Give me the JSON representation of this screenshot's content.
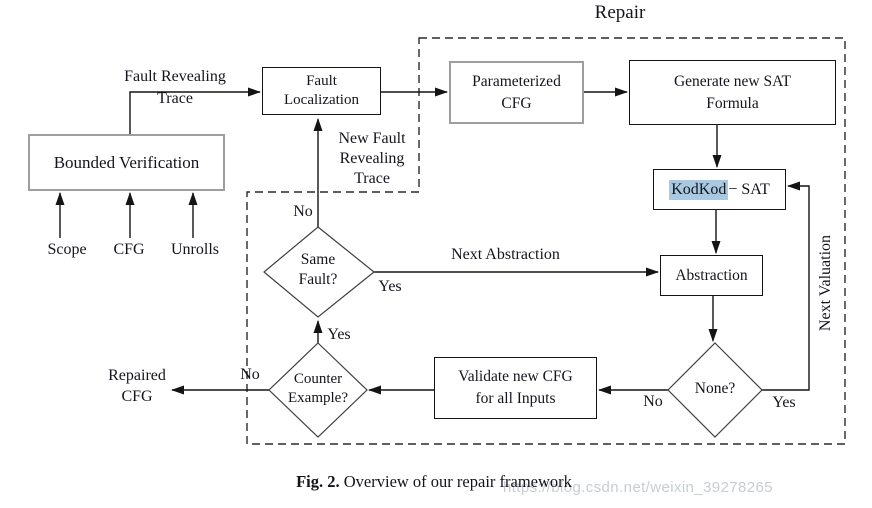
{
  "colors": {
    "kodkod_highlight": "#a9c9e1",
    "gray_box_border": "#9e9e9e",
    "black_box_border": "#141414",
    "watermark_gray": "#c8cdd2"
  },
  "region": {
    "title": "Repair"
  },
  "nodes": {
    "bounded_verification": "Bounded Verification",
    "fault_localization": "Fault\nLocalization",
    "parameterized_cfg": "Parameterized\nCFG",
    "generate_sat": "Generate new SAT\nFormula",
    "kodkod_highlight": "KodKod",
    "kodkod_rest": "− SAT",
    "abstraction": "Abstraction",
    "validate_cfg": "Validate new CFG\nfor all Inputs"
  },
  "decisions": {
    "same_fault": "Same\nFault?",
    "counter_example": "Counter\nExample?",
    "none": "None?"
  },
  "labels": {
    "fault_revealing_trace": "Fault Revealing\nTrace",
    "new_fault_revealing_trace": "New Fault\nRevealing\nTrace",
    "scope": "Scope",
    "cfg": "CFG",
    "unrolls": "Unrolls",
    "no_same_fault": "No",
    "yes_same_fault": "Yes",
    "next_abstraction": "Next Abstraction",
    "yes_counter": "Yes",
    "no_counter": "No",
    "repaired_cfg": "Repaired\nCFG",
    "no_none": "No",
    "yes_none": "Yes",
    "next_valuation": "Next Valuation"
  },
  "caption": {
    "label": "Fig. 2.",
    "text": "Overview of our repair framework"
  },
  "watermark": "https://blog.csdn.net/weixin_39278265"
}
